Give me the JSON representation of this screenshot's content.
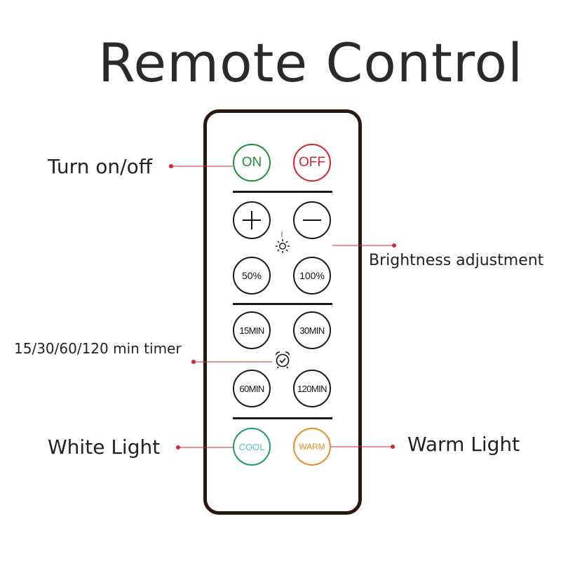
{
  "title": "Remote Control",
  "buttons": {
    "on": "ON",
    "off": "OFF",
    "plus": "plus-icon",
    "minus": "minus-icon",
    "pct50": "50%",
    "pct100": "100%",
    "t15": "15MIN",
    "t30": "30MIN",
    "t60": "60MIN",
    "t120": "120MIN",
    "cool": "COOL",
    "warm": "WARM"
  },
  "icons": {
    "brightness": "sun-brightness-icon",
    "timer": "alarm-clock-icon"
  },
  "callouts": {
    "power": "Turn on/off",
    "brightness": "Brightness adjustment",
    "timer": "15/30/60/120 min timer",
    "white": "White Light",
    "warm": "Warm Light"
  },
  "colors": {
    "on": "#1e8f3a",
    "off": "#d4262b",
    "cool_text": "#4cc3e0",
    "cool_ring": "#1e9a63",
    "warm": "#f08a2a",
    "remote_border": "#2b1712",
    "callout": "#d4262b"
  }
}
